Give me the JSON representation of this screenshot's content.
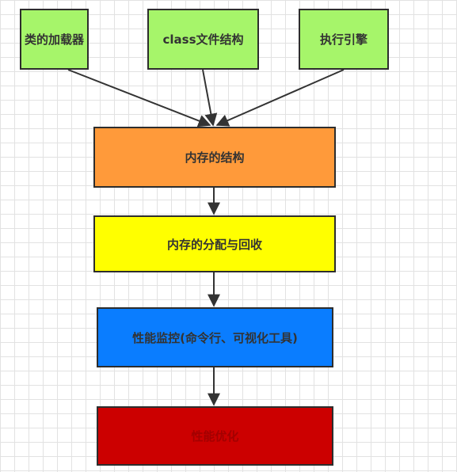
{
  "diagram": {
    "nodes": {
      "class_loader": {
        "label": "类的加载器",
        "fill": "#a6f56a"
      },
      "class_file": {
        "label": "class文件结构",
        "fill": "#a6f56a"
      },
      "exec_engine": {
        "label": "执行引擎",
        "fill": "#a6f56a"
      },
      "mem_structure": {
        "label": "内存的结构",
        "fill": "#ff9a3a"
      },
      "mem_alloc": {
        "label": "内存的分配与回收",
        "fill": "#ffff00"
      },
      "perf_monitor": {
        "label": "性能监控(命令行、可视化工具)",
        "fill": "#0a7dff"
      },
      "perf_optim": {
        "label": "性能优化",
        "fill": "#cc0000"
      }
    },
    "edges": [
      {
        "from": "class_loader",
        "to": "mem_structure"
      },
      {
        "from": "class_file",
        "to": "mem_structure"
      },
      {
        "from": "exec_engine",
        "to": "mem_structure"
      },
      {
        "from": "mem_structure",
        "to": "mem_alloc"
      },
      {
        "from": "mem_alloc",
        "to": "perf_monitor"
      },
      {
        "from": "perf_monitor",
        "to": "perf_optim"
      }
    ],
    "edge_color": "#333333"
  }
}
